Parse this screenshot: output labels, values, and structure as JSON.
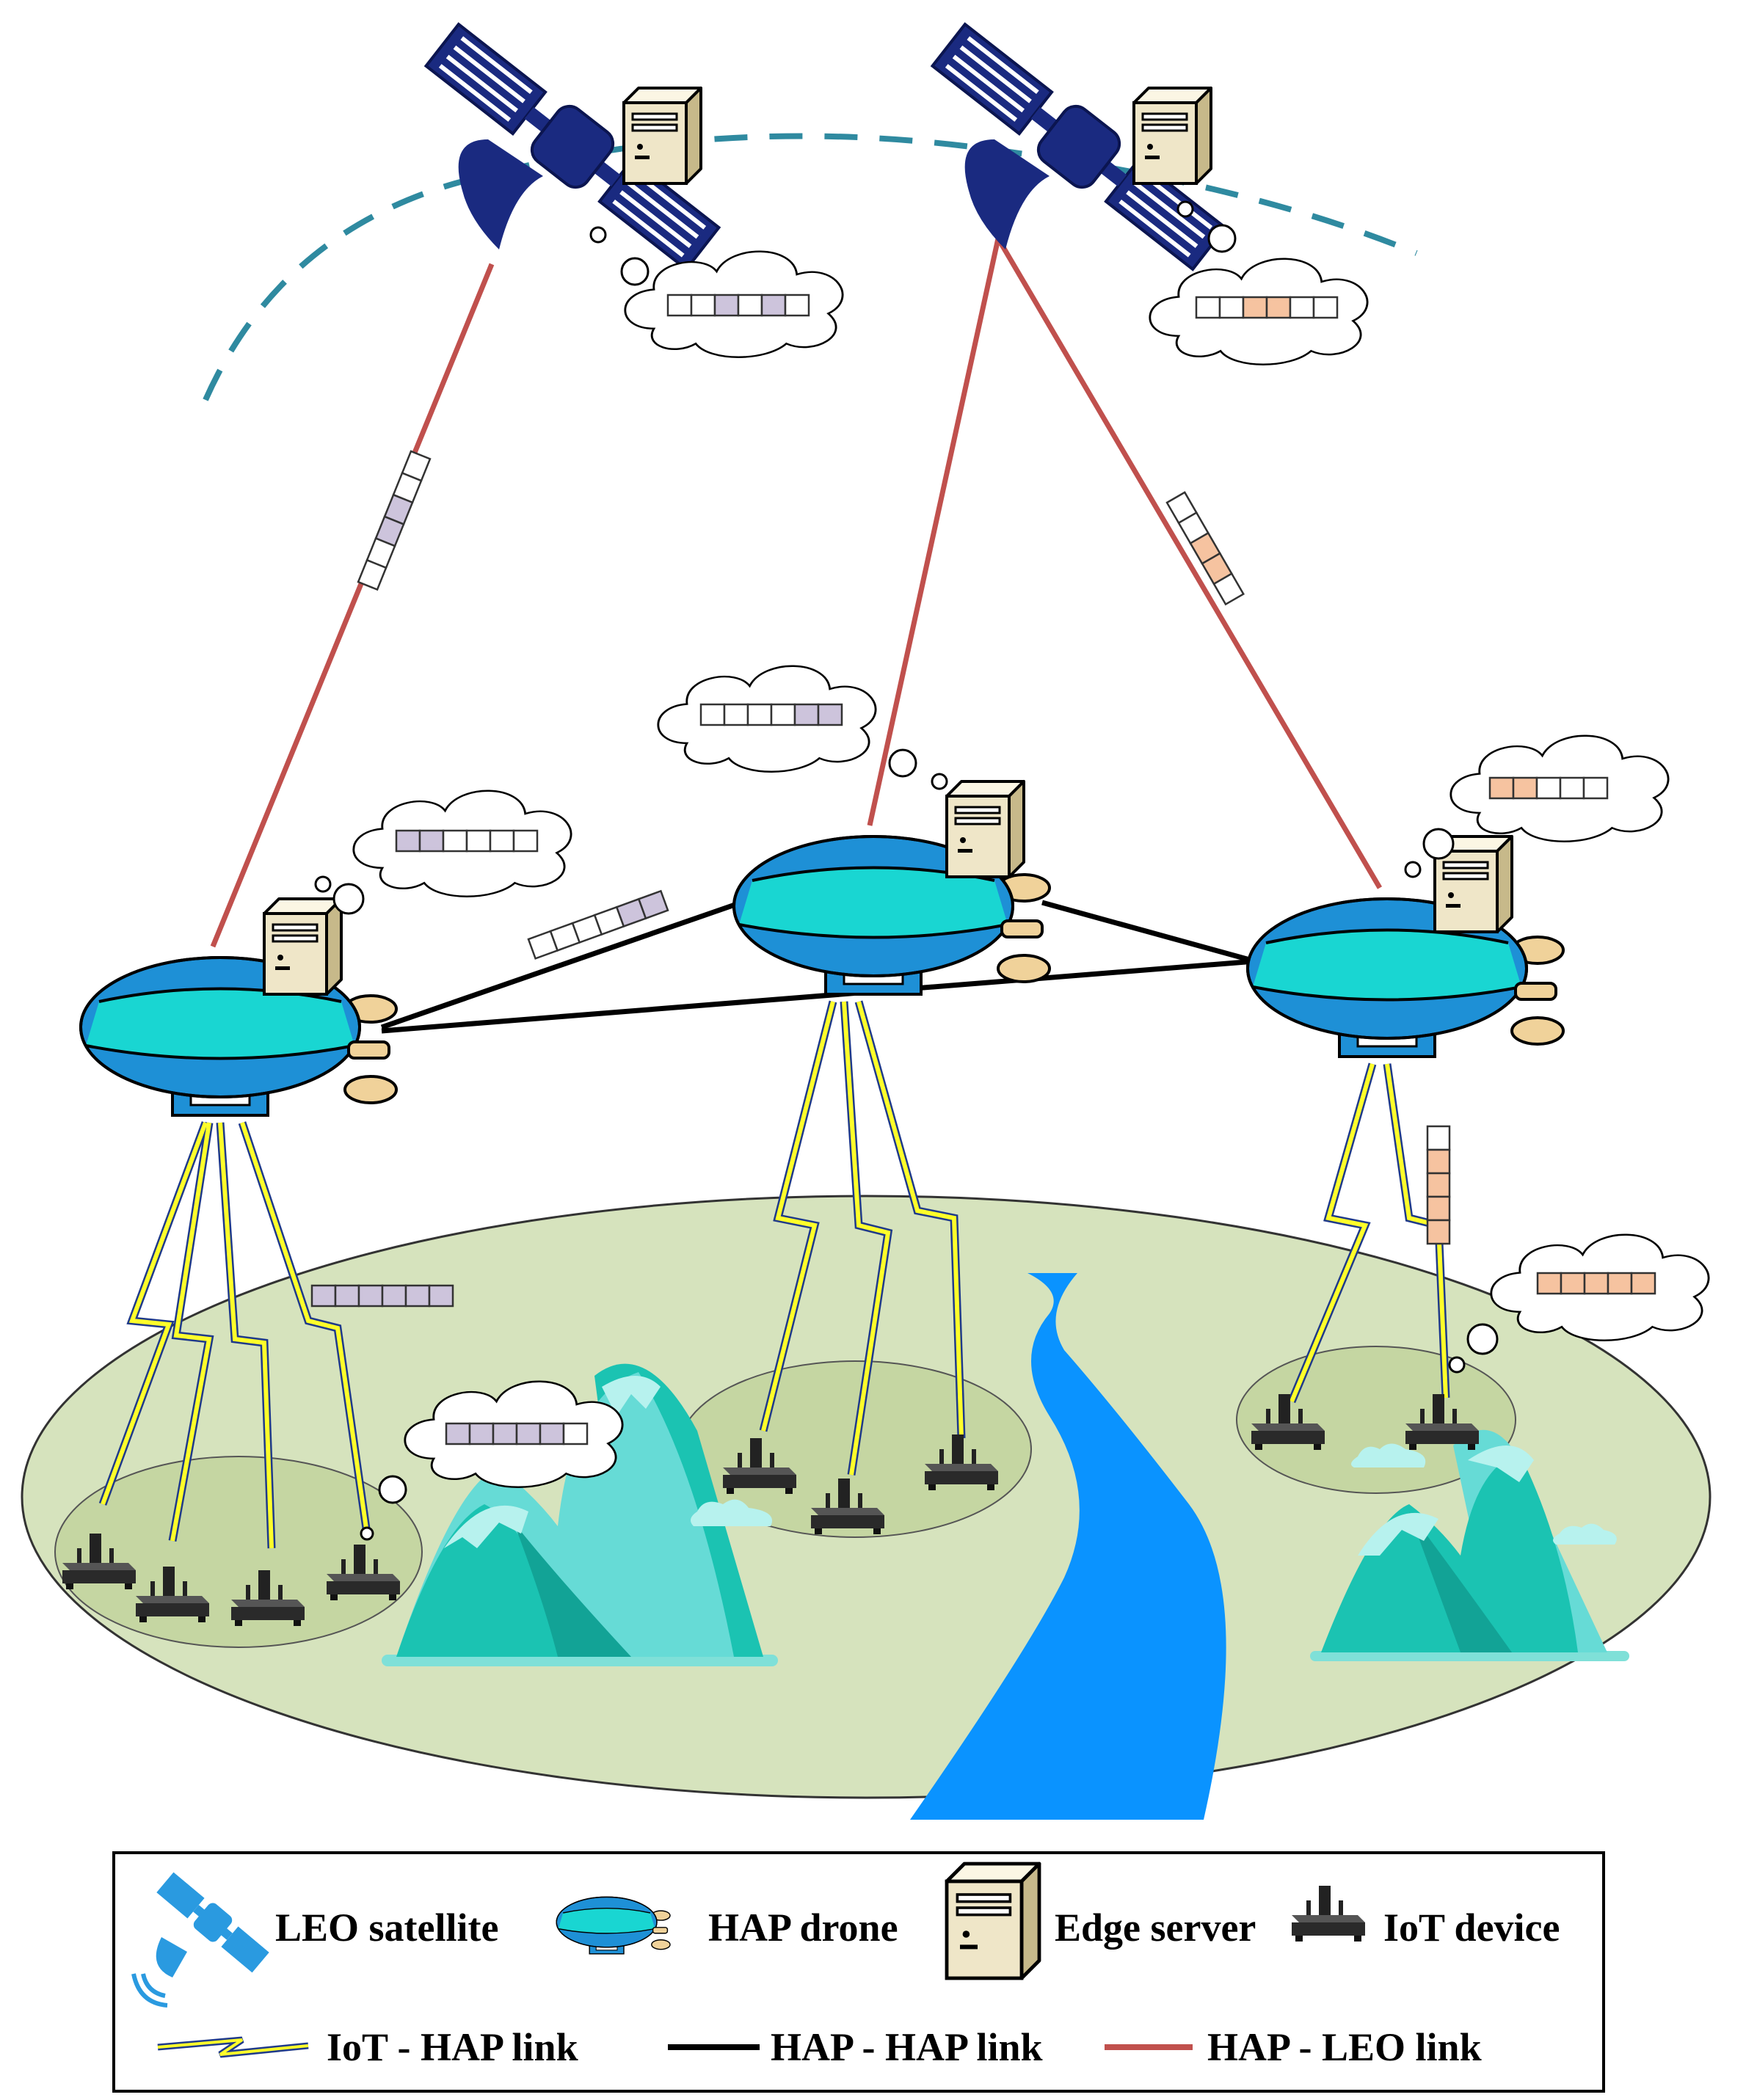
{
  "legend": {
    "leo_satellite": "LEO satellite",
    "hap_drone": "HAP drone",
    "edge_server": "Edge server",
    "iot_device": "IoT device",
    "iot_hap_link": "IoT - HAP link",
    "hap_hap_link": "HAP - HAP link",
    "hap_leo_link": "HAP - LEO link"
  },
  "colors": {
    "satellite": "#1a2a80",
    "orbit": "#2f8aa0",
    "hap_body": "#1e90d6",
    "hap_band": "#19d6d2",
    "server": "#efe6c8",
    "ground": "#d6e3bd",
    "coverage": "#c5d6a2",
    "river": "#0a93ff",
    "mountain": "#1bc3b2",
    "snow": "#b7f2ee",
    "iot_link_yellow": "#ffff2a",
    "iot_link_blue": "#1f3a8a",
    "hap_hap_link": "#000000",
    "hap_leo_link": "#c0504d",
    "task_purple": "#cdc4dc",
    "task_orange": "#f6c3a0"
  }
}
